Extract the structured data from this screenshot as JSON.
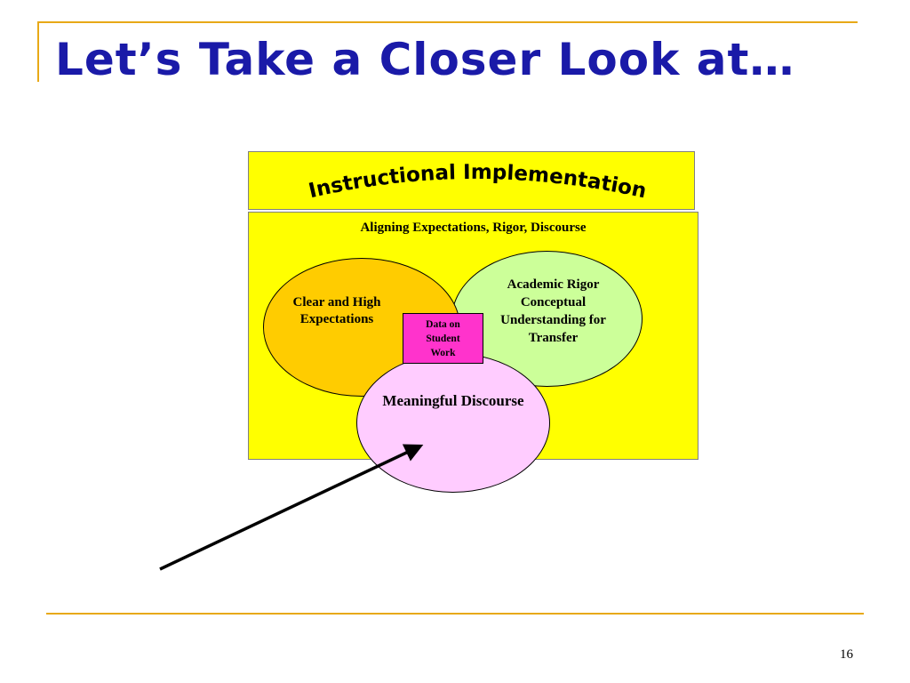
{
  "slide": {
    "title": "Let’s Take a Closer Look at…",
    "page_number": "16"
  },
  "diagram": {
    "header": "Instructional Implementation",
    "subheader": "Aligning Expectations, Rigor, Discourse",
    "ellipses": {
      "expectations": "Clear and High Expectations",
      "rigor": "Academic Rigor Conceptual Understanding for Transfer",
      "discourse": "Meaningful Discourse"
    },
    "center_box": "Data on Student Work"
  },
  "colors": {
    "title_text": "#1a1aa8",
    "accent_line": "#e8a917",
    "panel_yellow": "#ffff00",
    "expectations_fill": "#ffcc00",
    "rigor_fill": "#ccff99",
    "discourse_fill": "#ffccff",
    "data_box_fill": "#ff33cc"
  }
}
